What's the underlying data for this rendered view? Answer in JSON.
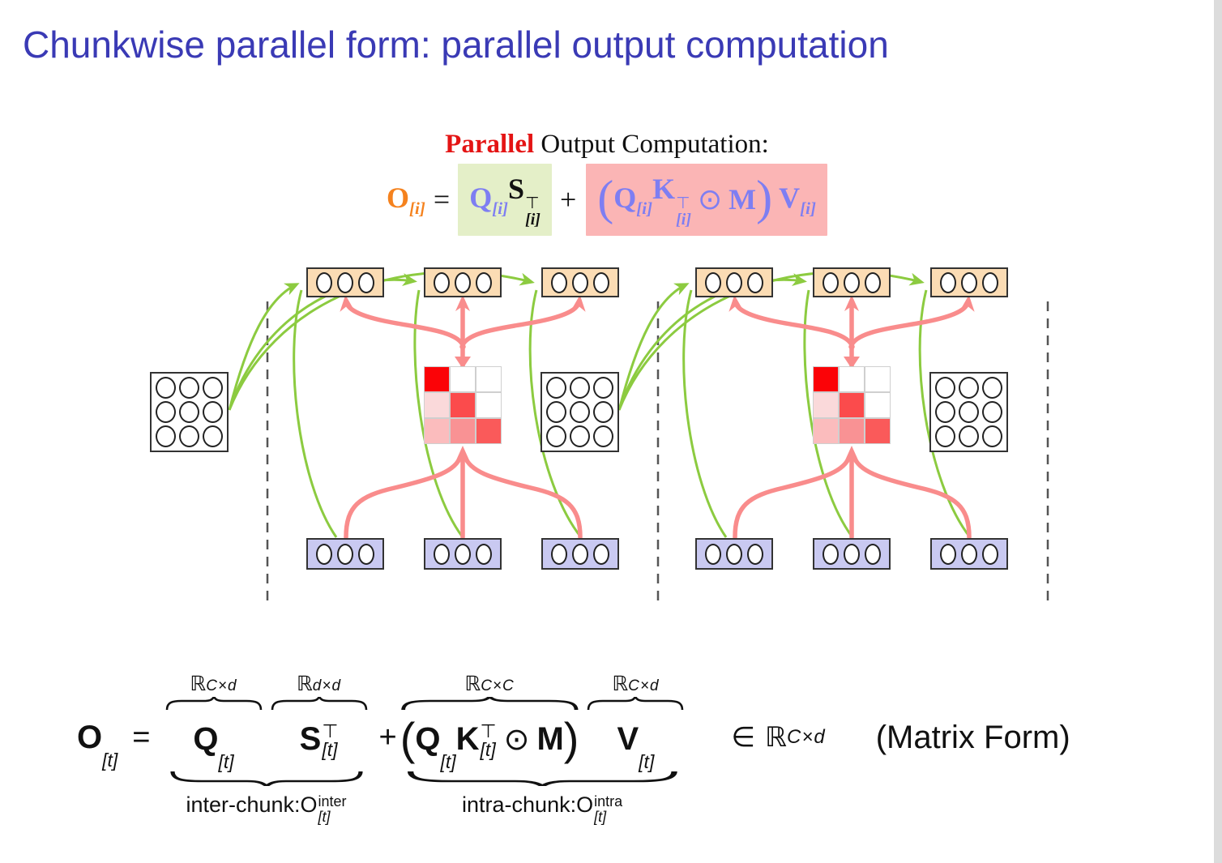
{
  "slide": {
    "title": "Chunkwise parallel form: parallel output computation",
    "heading": {
      "emphasis": "Parallel",
      "rest": " Output Computation:"
    }
  },
  "colors": {
    "title_blue": "#3a3ab5",
    "heading_red": "#e41414",
    "orange_o": "#f5821e",
    "periwinkle": "#7e7ef2",
    "green_highlight": "#e4efc8",
    "pink_highlight": "#fbb5b5",
    "green_arrow": "#8ccb40",
    "pink_arrow": "#f98c8c",
    "orange_box": "#fbdcb4",
    "lavender_box": "#c9c9f1",
    "gray_strip": "#dcdcdc"
  },
  "eq_top": {
    "O": "O",
    "sub_i": "[i]",
    "eq": "=",
    "Q": "Q",
    "S": "S",
    "top": "⊤",
    "plus": "+",
    "lparen": "(",
    "K": "K",
    "odot": "⊙",
    "M": "M",
    "rparen": ")",
    "V": "V"
  },
  "eq_bottom": {
    "O": "O",
    "sub_t": "[t]",
    "eq": "=",
    "Q": "Q",
    "S": "S",
    "K": "K",
    "V": "V",
    "M": "M",
    "top": "⊤",
    "plus": "+",
    "odot": "⊙",
    "lparen": "(",
    "rparen": ")",
    "element_of": "∈",
    "R": "ℝ",
    "dim_Cd": "C×d",
    "dim_dd": "d×d",
    "dim_CC": "C×C",
    "inter_label": "inter-chunk:O",
    "inter_sup": "inter",
    "intra_label": "intra-chunk:O",
    "intra_sup": "intra",
    "matrix_form": "(Matrix Form)"
  },
  "diagram": {
    "mask_colors": [
      [
        "#fb0307",
        "#ffffff",
        "#ffffff"
      ],
      [
        "#fad9da",
        "#fb4b4c",
        "#ffffff"
      ],
      [
        "#fbbcbd",
        "#f99294",
        "#fa5a5a"
      ]
    ]
  }
}
